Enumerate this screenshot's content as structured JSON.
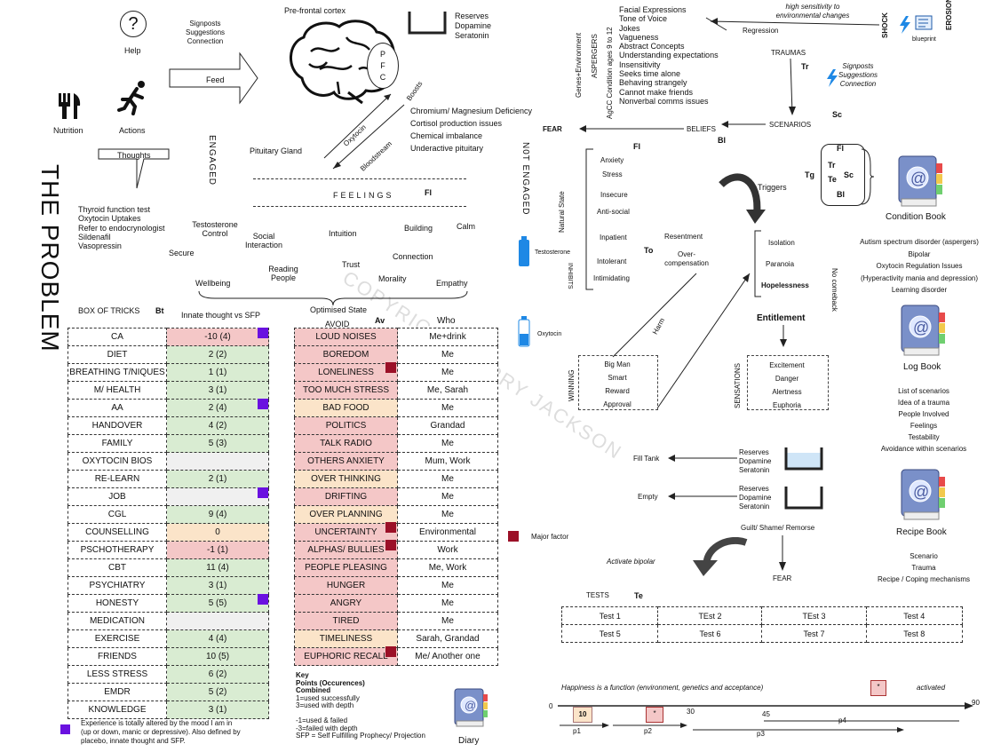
{
  "title": "THE PROBLEM",
  "watermark": "COPYRIGHT GARRY JACKSON",
  "top_left": {
    "help": "Help",
    "help_icon": "question-circle-icon",
    "signposts": [
      "Signposts",
      "Suggestions",
      "Connection"
    ],
    "feed": "Feed",
    "nutrition": "Nutrition",
    "actions": "Actions",
    "thoughts": "Thoughts",
    "tests": [
      "Thyroid function test",
      "Oxytocin Uptakes",
      "Refer to endocrynologist",
      "Sildenafil",
      "Vasopressin"
    ]
  },
  "brain": {
    "prefrontal": "Pre-frontal cortex",
    "pfc": [
      "P",
      "F",
      "C"
    ],
    "boosts": "Boosts",
    "oxytocin": "Oxytocin",
    "bloodstream": "Bloodstream",
    "pituitary": "Pituitary Gland",
    "reserves": [
      "Reserves",
      "Dopamine",
      "Seratonin"
    ],
    "deficiencies": [
      "Chromium/ Magnesium Deficiency",
      "Cortisol production issues",
      "Chemical imbalance",
      "Underactive pituitary"
    ]
  },
  "engaged": "ENGAGED",
  "feelings": {
    "label": "FEELINGS",
    "code": "Fl",
    "items": {
      "testosterone": "Testosterone Control",
      "secure": "Secure",
      "social": "Social Interaction",
      "intuition": "Intuition",
      "building": "Building",
      "calm": "Calm",
      "reading": "Reading People",
      "trust": "Trust",
      "connection": "Connection",
      "wellbeing": "Wellbeing",
      "morality": "Morality",
      "empathy": "Empathy"
    },
    "optimised": "Optimised State"
  },
  "box_of_tricks": {
    "header": "BOX OF TRICKS",
    "code": "Bt",
    "col2": "Innate thought vs SFP",
    "rows": [
      {
        "name": "CA",
        "val": "-10 (4)",
        "c": "r",
        "p": true
      },
      {
        "name": "DIET",
        "val": "2 (2)",
        "c": "g"
      },
      {
        "name": "BREATHING T/NIQUES",
        "val": "1 (1)",
        "c": "g"
      },
      {
        "name": "M/ HEALTH",
        "val": "3 (1)",
        "c": "g"
      },
      {
        "name": "AA",
        "val": "2 (4)",
        "c": "g",
        "p": true
      },
      {
        "name": "HANDOVER",
        "val": "4 (2)",
        "c": "g"
      },
      {
        "name": "FAMILY",
        "val": "5 (3)",
        "c": "g"
      },
      {
        "name": "OXYTOCIN BIOS",
        "val": "",
        "c": "e"
      },
      {
        "name": "RE-LEARN",
        "val": "2 (1)",
        "c": "g"
      },
      {
        "name": "JOB",
        "val": "",
        "c": "e",
        "p": true
      },
      {
        "name": "CGL",
        "val": "9 (4)",
        "c": "g"
      },
      {
        "name": "COUNSELLING",
        "val": "0",
        "c": "o"
      },
      {
        "name": "PSCHOTHERAPY",
        "val": "-1 (1)",
        "c": "r"
      },
      {
        "name": "CBT",
        "val": "11 (4)",
        "c": "g"
      },
      {
        "name": "PSYCHIATRY",
        "val": "3 (1)",
        "c": "g"
      },
      {
        "name": "HONESTY",
        "val": "5 (5)",
        "c": "g",
        "p": true
      },
      {
        "name": "MEDICATION",
        "val": "",
        "c": "e"
      },
      {
        "name": "EXERCISE",
        "val": "4 (4)",
        "c": "g"
      },
      {
        "name": "FRIENDS",
        "val": "10 (5)",
        "c": "g"
      },
      {
        "name": "LESS STRESS",
        "val": "6 (2)",
        "c": "g"
      },
      {
        "name": "EMDR",
        "val": "5 (2)",
        "c": "g"
      },
      {
        "name": "KNOWLEDGE",
        "val": "3 (1)",
        "c": "g"
      }
    ],
    "footnote": [
      "Experience is totally altered by the mood I am in",
      "(up or down, manic or depressive). Also defined by",
      "placebo, innate thought and SFP."
    ]
  },
  "avoid": {
    "header": "AVOID",
    "code": "Av",
    "who": "Who",
    "rows": [
      {
        "name": "LOUD NOISES",
        "who": "Me+drink",
        "c": "r"
      },
      {
        "name": "BOREDOM",
        "who": "Me",
        "c": "r"
      },
      {
        "name": "LONELINESS",
        "who": "Me",
        "c": "r",
        "m": true
      },
      {
        "name": "TOO MUCH STRESS",
        "who": "Me, Sarah",
        "c": "r"
      },
      {
        "name": "BAD FOOD",
        "who": "Me",
        "c": "o"
      },
      {
        "name": "POLITICS",
        "who": "Grandad",
        "c": "r"
      },
      {
        "name": "TALK RADIO",
        "who": "Me",
        "c": "r"
      },
      {
        "name": "OTHERS ANXIETY",
        "who": "Mum, Work",
        "c": "r"
      },
      {
        "name": "OVER THINKING",
        "who": "Me",
        "c": "o"
      },
      {
        "name": "DRIFTING",
        "who": "Me",
        "c": "r"
      },
      {
        "name": "OVER PLANNING",
        "who": "Me",
        "c": "o"
      },
      {
        "name": "UNCERTAINTY",
        "who": "Environmental",
        "c": "r",
        "m": true
      },
      {
        "name": "ALPHAS/ BULLIES",
        "who": "Work",
        "c": "r",
        "m": true
      },
      {
        "name": "PEOPLE PLEASING",
        "who": "Me, Work",
        "c": "r"
      },
      {
        "name": "HUNGER",
        "who": "Me",
        "c": "r"
      },
      {
        "name": "ANGRY",
        "who": "Me",
        "c": "r"
      },
      {
        "name": "TIRED",
        "who": "Me",
        "c": "r"
      },
      {
        "name": "TIMELINESS",
        "who": "Sarah, Grandad",
        "c": "o"
      },
      {
        "name": "EUPHORIC RECALL",
        "who": "Me/ Another one",
        "c": "r",
        "m": true
      }
    ],
    "major_factor": "Major factor"
  },
  "key": {
    "lines": [
      "Key",
      "Points (Occurences)",
      "Combined",
      "1=used successfully",
      "3=used with depth",
      "",
      "-1=used & failed",
      "-3=failed with depth",
      "SFP = Self Fulfilling Prophecy/ Projection"
    ],
    "diary": "Diary"
  },
  "not_engaged": "N0T ENGAGED",
  "aspergers": {
    "genes": "Genes+Environment",
    "asp": "ASPERGERS",
    "agcc": "AgCC Condition ages 9 to 12",
    "list": [
      "Facial Expressions",
      "Tone of Voice",
      "Jokes",
      "Vagueness",
      "Abstract Concepts",
      "Understanding expectations",
      "Insensitivity",
      "Seeks time alone",
      "Behaving strangely",
      "Cannot make friends",
      "Nonverbal comms issues"
    ]
  },
  "shock": {
    "sensitivity": [
      "high sensitivity to",
      "environmental changes"
    ],
    "shock": "SHOCK",
    "erosion": "EROSION",
    "blueprint": "blueprint",
    "regression": "Regression",
    "traumas": "TRAUMAS",
    "tr": "Tr",
    "signposts": [
      "Signposts",
      "Suggestions",
      "Connection"
    ],
    "sc": "Sc",
    "scenarios": "SCENARIOS",
    "beliefs": "BELIEFS",
    "bl": "Bl",
    "fear": "FEAR"
  },
  "natural_state": {
    "label": "Natural State",
    "fl": "Fl",
    "items": [
      "Anxiety",
      "Stress",
      "Insecure",
      "Anti-social",
      "Inpatient",
      "Intolerant",
      "Intimidating"
    ],
    "to": "To",
    "resentment": "Resentment",
    "overcomp": [
      "Over-",
      "compensation"
    ],
    "testosterone": "Testosterone",
    "inhibits": "INHIBITS",
    "oxytocin": "Oxytocin",
    "harm": "Harm"
  },
  "triggers": {
    "label": "Triggers",
    "tg": "Tg",
    "codes": {
      "fl": "Fl",
      "tr": "Tr",
      "te": "Te",
      "sc": "Sc",
      "bl": "Bl"
    },
    "outcomes": [
      "Isolation",
      "Paranoia",
      "Hopelessness"
    ],
    "no_comeback": "No comeback",
    "entitlement": "Entitlement"
  },
  "winning": {
    "label": "WINNING",
    "items": [
      "Big Man",
      "Smart",
      "Reward",
      "Approval"
    ]
  },
  "sensations": {
    "label": "SENSATIONS",
    "items": [
      "Excitement",
      "Danger",
      "Alertness",
      "Euphoria"
    ]
  },
  "reserves": {
    "fill_tank": "Fill Tank",
    "empty": "Empty",
    "labels": [
      "Reserves",
      "Dopamine",
      "Seratonin"
    ],
    "guilt": "Guilt/ Shame/ Remorse",
    "fear": "FEAR",
    "bipolar": "Activate bipolar"
  },
  "books": {
    "condition": {
      "title": "Condition Book",
      "items": [
        "Autism spectrum disorder (aspergers)",
        "Bipolar",
        "Oxytocin Regulation Issues",
        "(Hyperactivity mania and depression)",
        "Learning disorder"
      ]
    },
    "log": {
      "title": "Log Book",
      "items": [
        "List of scenarios",
        "Idea of a trauma",
        "People Involved",
        "Feelings",
        "Testability",
        "Avoidance within scenarios"
      ]
    },
    "recipe": {
      "title": "Recipe Book",
      "items": [
        "Scenario",
        "Trauma",
        "Recipe / Coping mechanisms"
      ]
    }
  },
  "tests": {
    "label": "TESTS",
    "code": "Te",
    "row1": [
      "Test 1",
      "TEst 2",
      "TEst 3",
      "Test 4"
    ],
    "row2": [
      "Test 5",
      "Test 6",
      "Test 7",
      "Test 8"
    ]
  },
  "happiness": {
    "text": "Happiness is a function  (environment, genetics and acceptance)",
    "activated": "activated",
    "star": "*",
    "zero": "0",
    "ninety": "90",
    "ten": "10",
    "thirty": "30",
    "fortyfive": "45",
    "p": [
      "p1",
      "p2",
      "p3",
      "p4"
    ]
  }
}
